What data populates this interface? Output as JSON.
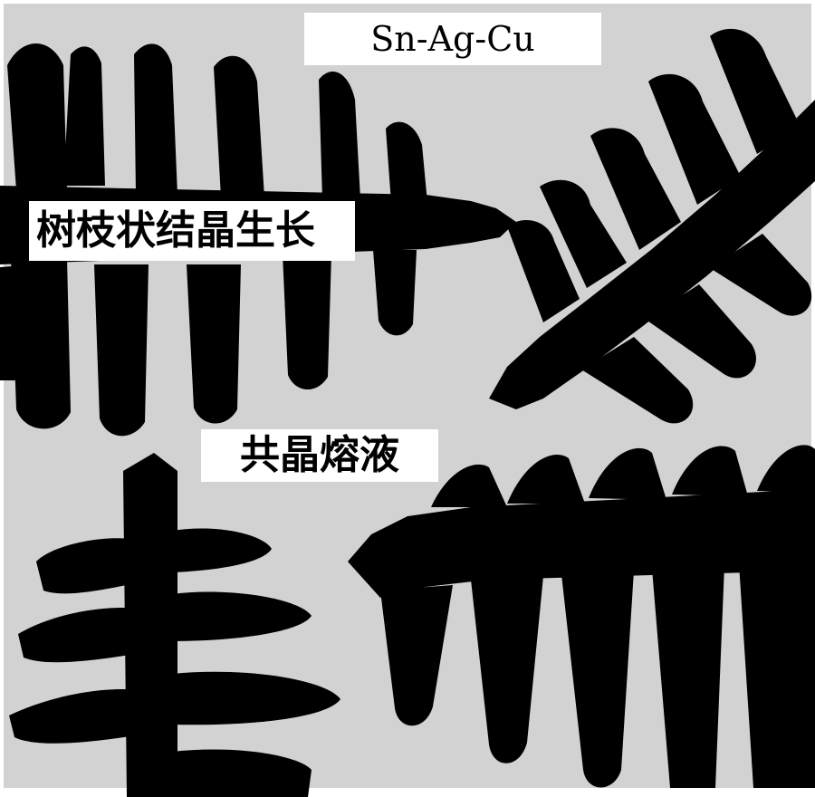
{
  "labels": {
    "alloy": "Sn-Ag-Cu",
    "dendrite": "树枝状结晶生长",
    "eutectic_melt": "共晶熔液"
  },
  "colors": {
    "background": "#d2d2d2",
    "dendrite": "#000000",
    "label_box": "#ffffff"
  }
}
